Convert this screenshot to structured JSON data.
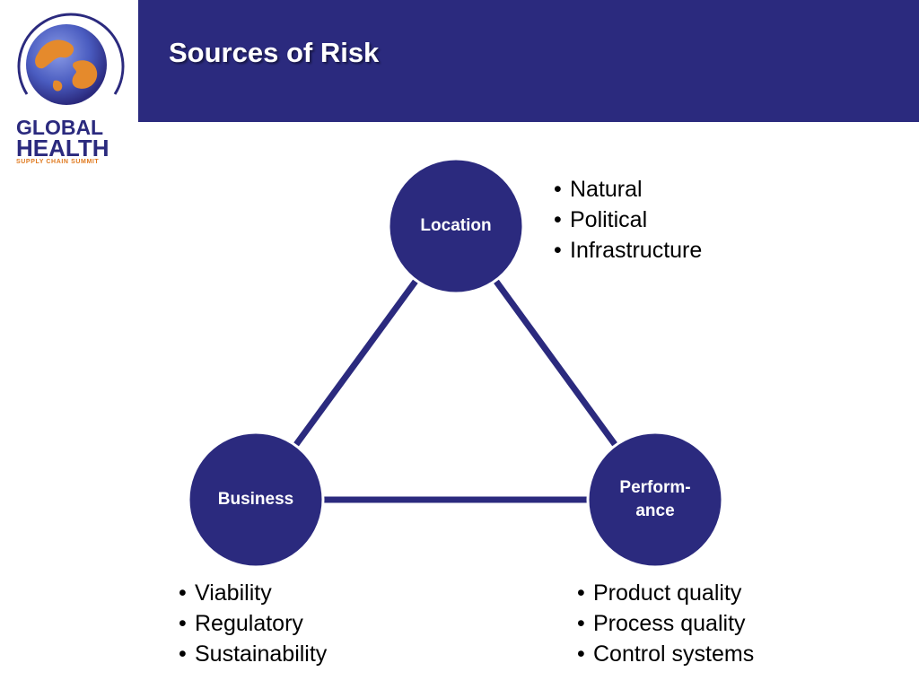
{
  "title": "Sources of Risk",
  "logo": {
    "line1": "GLOBAL",
    "line2": "HEALTH",
    "line3": "SUPPLY CHAIN SUMMIT"
  },
  "colors": {
    "brand_navy": "#2b2a7e",
    "globe_blue": "#5468c4",
    "globe_orange": "#e58a2c",
    "white": "#ffffff"
  },
  "diagram": {
    "nodes": {
      "location": {
        "label": "Location"
      },
      "business": {
        "label": "Business"
      },
      "performance": {
        "label_line1": "Perform-",
        "label_line2": "ance"
      }
    },
    "bullets": {
      "location": [
        "Natural",
        "Political",
        "Infrastructure"
      ],
      "business": [
        "Viability",
        "Regulatory",
        "Sustainability"
      ],
      "performance": [
        "Product quality",
        "Process quality",
        "Control systems"
      ]
    }
  }
}
